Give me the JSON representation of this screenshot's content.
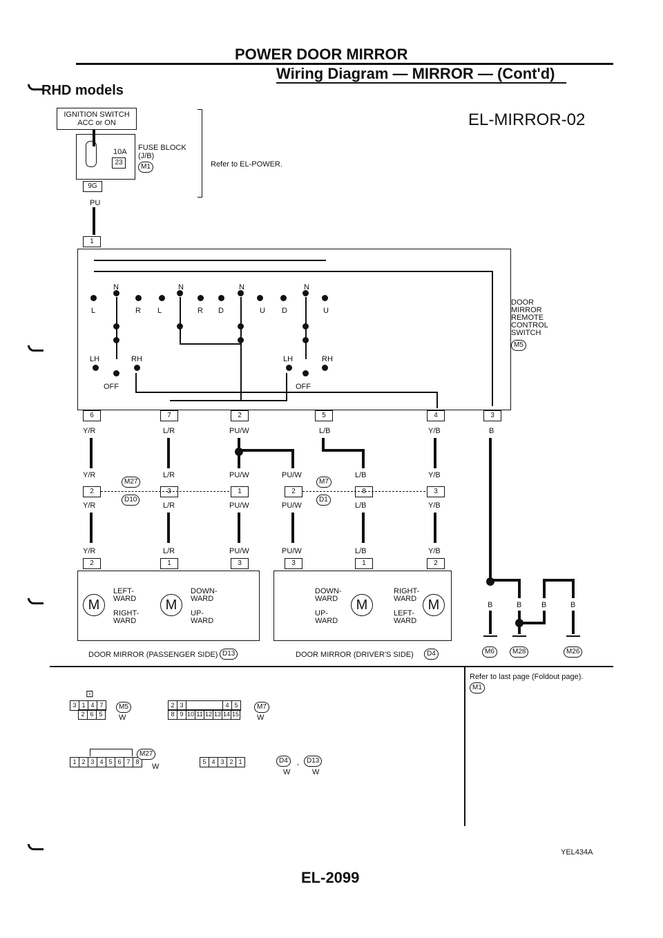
{
  "header": {
    "title": "POWER DOOR MIRROR",
    "subtitle": "Wiring Diagram — MIRROR — (Cont'd)",
    "model": "RHD models",
    "code": "EL-MIRROR-02",
    "page": "EL-2099",
    "ref_code": "YEL434A"
  },
  "supply": {
    "ign_line1": "IGNITION SWITCH",
    "ign_line2": "ACC or ON",
    "fuse_amp": "10A",
    "fuse_num": "23",
    "fuse_block": "FUSE BLOCK",
    "fuse_block_id": "(J/B)",
    "fuse_conn": "M1",
    "conn_9g": "9G",
    "wire_pu": "PU",
    "refer": "Refer to EL-POWER."
  },
  "switch": {
    "pin_top": "1",
    "label": [
      "DOOR",
      "MIRROR",
      "REMOTE",
      "CONTROL",
      "SWITCH"
    ],
    "conn": "M5",
    "letters_n": "N",
    "letters": {
      "l": "L",
      "r": "R",
      "d": "D",
      "u": "U"
    },
    "lh": "LH",
    "rh": "RH",
    "off": "OFF",
    "pins": [
      "6",
      "7",
      "2",
      "5",
      "4",
      "3"
    ],
    "colors": [
      "Y/R",
      "L/R",
      "PU/W",
      "L/B",
      "Y/B",
      "B"
    ]
  },
  "joint": {
    "left_conn_a": "M27",
    "left_conn_b": "D10",
    "right_conn_a": "M7",
    "right_conn_b": "D1",
    "pins_left": [
      "2",
      "3",
      "1"
    ],
    "pins_right": [
      "2",
      "8",
      "3"
    ],
    "col_top": [
      "Y/R",
      "L/R",
      "PU/W",
      "PU/W",
      "L/B",
      "Y/B"
    ],
    "col_bot": [
      "Y/R",
      "L/R",
      "PU/W",
      "PU/W",
      "L/B",
      "Y/B"
    ]
  },
  "mirror": {
    "pins_p": [
      "2",
      "1",
      "3"
    ],
    "pins_d": [
      "3",
      "1",
      "2"
    ],
    "cols": [
      "Y/R",
      "L/R",
      "PU/W",
      "PU/W",
      "L/B",
      "Y/B"
    ],
    "m": "M",
    "p_left_a": "LEFT-",
    "p_left_b": "WARD",
    "p_right_a": "RIGHT-",
    "p_right_b": "WARD",
    "p_down_a": "DOWN-",
    "p_down_b": "WARD",
    "p_up_a": "UP-",
    "p_up_b": "WARD",
    "d_down_a": "DOWN-",
    "d_down_b": "WARD",
    "d_up_a": "UP-",
    "d_up_b": "WARD",
    "d_right_a": "RIGHT-",
    "d_right_b": "WARD",
    "d_left_a": "LEFT-",
    "d_left_b": "WARD",
    "pass_label": "DOOR MIRROR (PASSENGER SIDE)",
    "pass_conn": "D13",
    "drv_label": "DOOR MIRROR (DRIVER'S SIDE)",
    "drv_conn": "D4"
  },
  "ground": {
    "b": "B",
    "g1": "M6",
    "g2": "M28",
    "g3": "M26"
  },
  "foldout": {
    "text": "Refer to last page (Foldout page).",
    "conn": "M1"
  },
  "connectors": {
    "m5_top": [
      "3",
      "1",
      "4",
      "7"
    ],
    "m5_bot": [
      "2",
      "6",
      "5"
    ],
    "m5_id": "M5",
    "m5_w": "W",
    "m5_mark": "⊡",
    "m7_top": [
      "2",
      "3",
      "4",
      "5"
    ],
    "m7_bot": [
      "8",
      "9",
      "10",
      "11",
      "12",
      "13",
      "14",
      "15"
    ],
    "m7_id": "M7",
    "m7_w": "W",
    "m27_pins": [
      "1",
      "2",
      "3",
      "4",
      "5",
      "6",
      "7",
      "8"
    ],
    "m27_id": "M27",
    "m27_w": "W",
    "d_pins": [
      "5",
      "4",
      "3",
      "2",
      "1"
    ],
    "d4_id": "D4",
    "d13_id": "D13",
    "d_w": "W",
    "comma": ","
  }
}
